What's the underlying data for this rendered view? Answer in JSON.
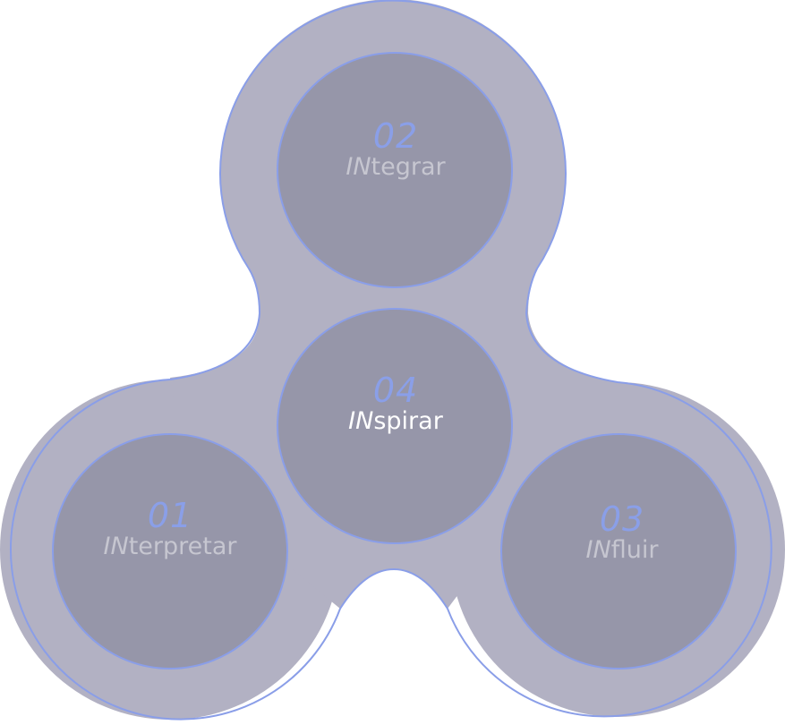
{
  "colors": {
    "outer_fill": "#b2b1c3",
    "outer_stroke": "#8a9ee8",
    "inner_fill": "#9696a9",
    "number_color": "#8a9fe8",
    "label_color": "#c6c6d0",
    "active_label_color": "#ffffff"
  },
  "nodes": [
    {
      "id": "interpretar",
      "number": "01",
      "prefix": "IN",
      "rest": "terpretar",
      "active": false
    },
    {
      "id": "integrar",
      "number": "02",
      "prefix": "IN",
      "rest": "tegrar",
      "active": false
    },
    {
      "id": "influir",
      "number": "03",
      "prefix": "IN",
      "rest": "fluir",
      "active": false
    },
    {
      "id": "inspirar",
      "number": "04",
      "prefix": "IN",
      "rest": "spirar",
      "active": true
    }
  ]
}
